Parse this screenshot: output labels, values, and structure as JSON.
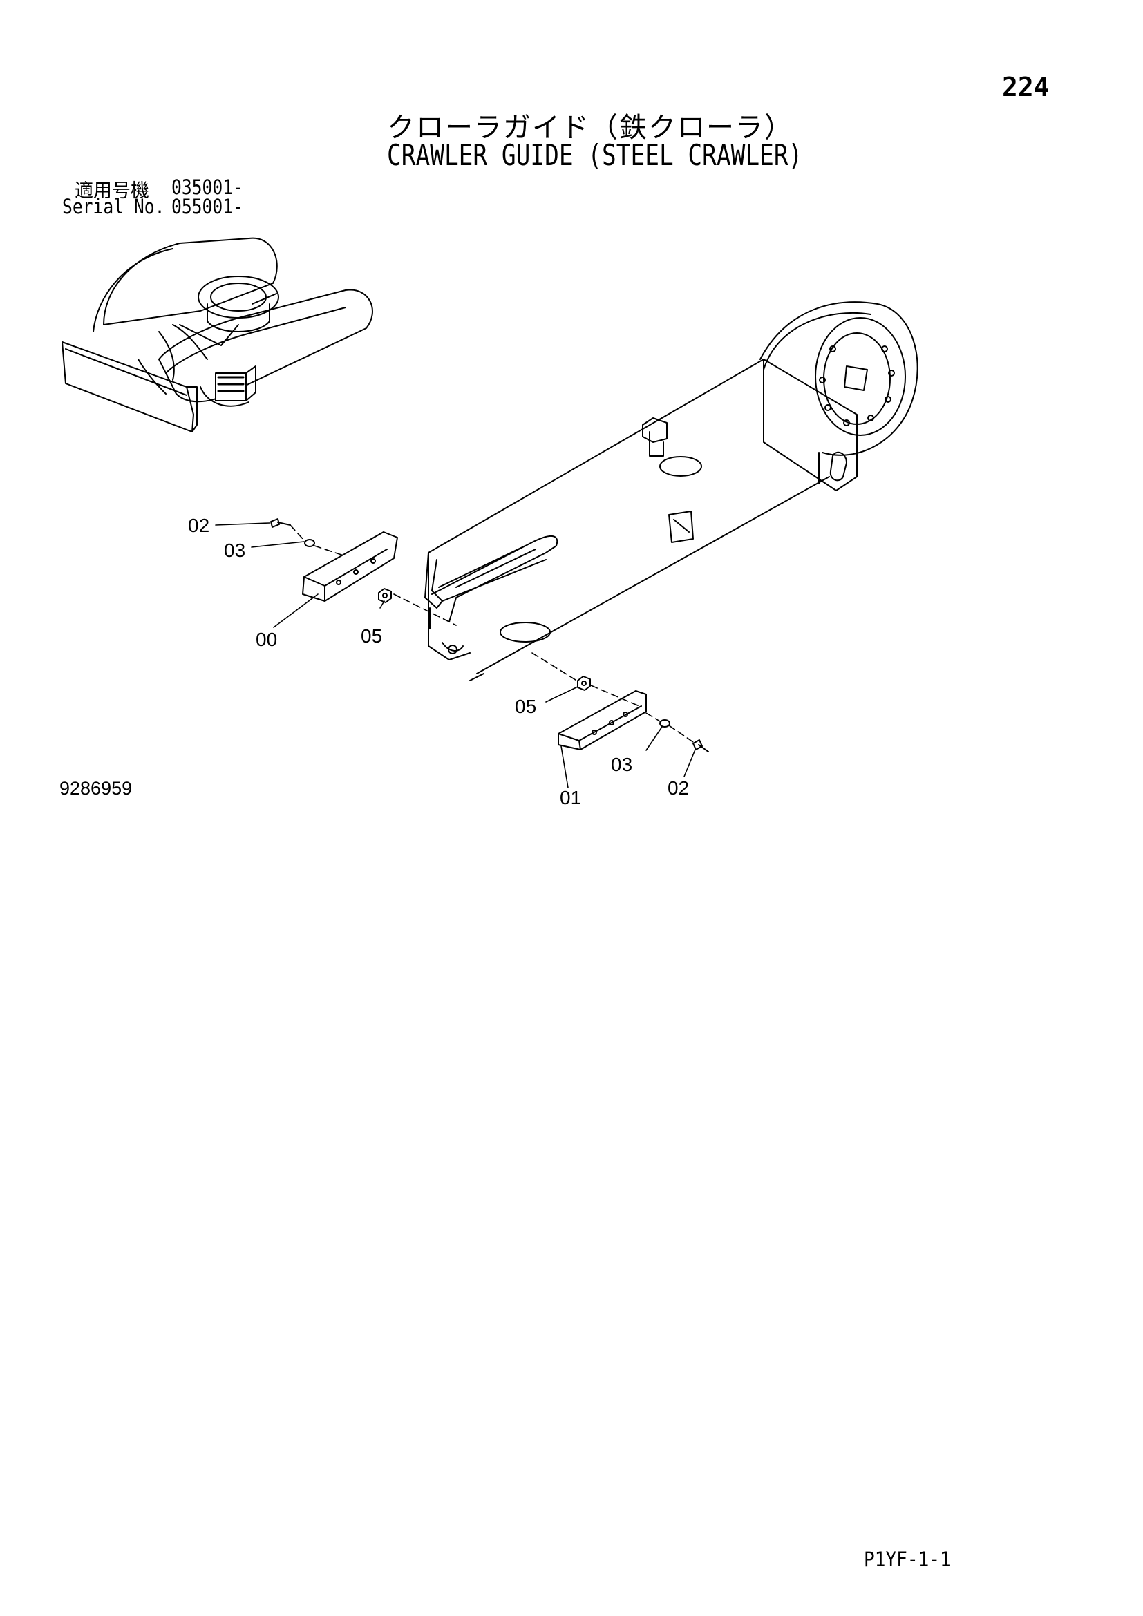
{
  "header": {
    "page_number": "224",
    "title_jp": "クローラガイド（鉄クローラ）",
    "title_en": "CRAWLER GUIDE (STEEL CRAWLER)"
  },
  "serial": {
    "label_jp": "適用号機",
    "value_jp": "035001-",
    "label_en": "Serial No.",
    "value_en": "055001-"
  },
  "callouts": [
    "02",
    "03",
    "00",
    "05",
    "05",
    "01",
    "03",
    "02"
  ],
  "footer": {
    "drawing_number": "9286959",
    "page_code": "P1YF-1-1"
  }
}
